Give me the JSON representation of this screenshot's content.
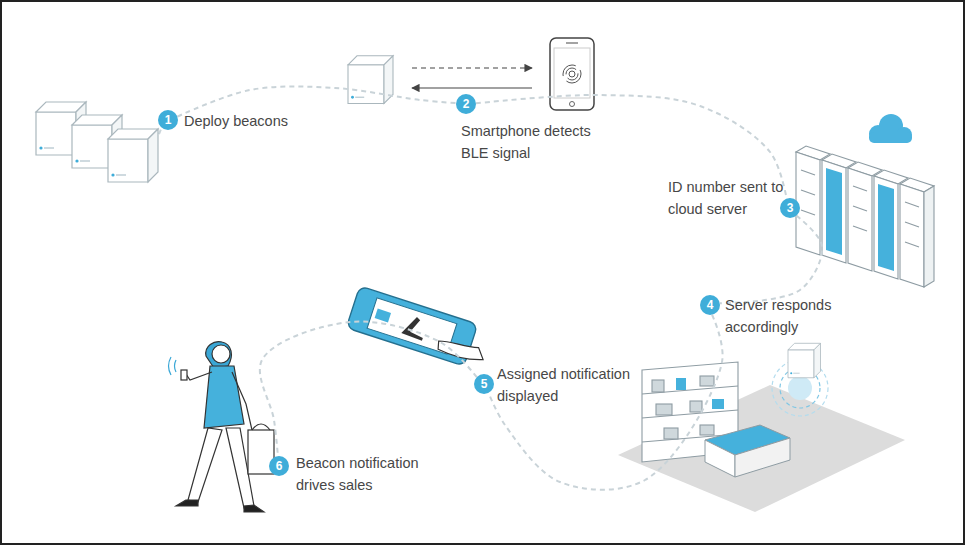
{
  "diagram": {
    "nodes": [
      {
        "text": [
          "1",
          "Deploy beacons"
        ]
      },
      {
        "text": [
          "2",
          "Smartphone detects BLE signal"
        ]
      },
      {
        "text": [
          "3",
          "ID number sent to cloud server"
        ]
      },
      {
        "text": [
          "4",
          "Server responds accordingly"
        ]
      },
      {
        "text": [
          "5",
          "Assigned notification displayed"
        ]
      },
      {
        "text": [
          "6",
          "Beacon notification drives sales"
        ]
      }
    ],
    "edges": [
      {
        "from": 0,
        "to": 1,
        "arrow": "none"
      },
      {
        "from": 1,
        "to": 2,
        "arrow": "none"
      },
      {
        "from": 2,
        "to": 3,
        "arrow": "none"
      },
      {
        "from": 3,
        "to": 4,
        "arrow": "none"
      },
      {
        "from": 4,
        "to": 5,
        "arrow": "none"
      }
    ]
  }
}
